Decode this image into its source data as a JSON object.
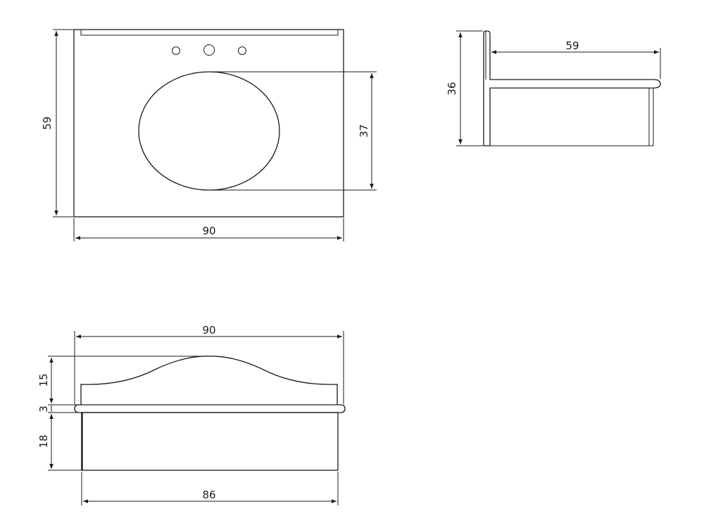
{
  "colors": {
    "line": "#1a1a1a",
    "background": "#ffffff"
  },
  "top_view": {
    "height_dim": "59",
    "width_dim": "90",
    "basin_dim": "37"
  },
  "side_view": {
    "depth_dim": "59",
    "height_dim": "36"
  },
  "front_view": {
    "top_width_dim": "90",
    "backsplash_dim": "15",
    "slab_dim": "3",
    "apron_dim": "18",
    "bottom_width_dim": "86"
  }
}
